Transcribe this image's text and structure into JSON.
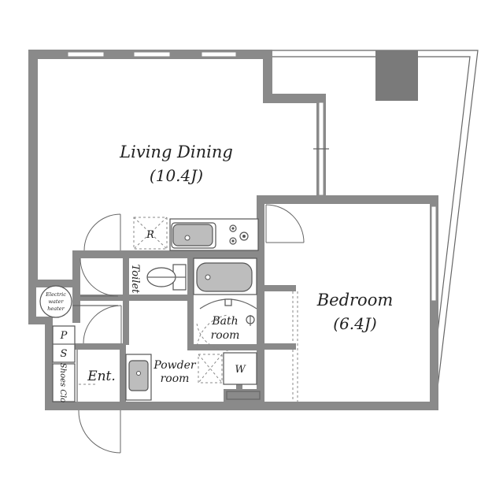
{
  "rooms": {
    "living_name": "Living Dining",
    "living_size": "(10.4J)",
    "bedroom_name": "Bedroom",
    "bedroom_size": "(6.4J)",
    "bath_line1": "Bath",
    "bath_line2": "room",
    "powder_line1": "Powder",
    "powder_line2": "room",
    "toilet": "Toilet",
    "entrance": "Ent.",
    "shoes": "Shoes Clo"
  },
  "fixtures": {
    "refrigerator": "R",
    "washer": "W",
    "ps_p": "P",
    "ps_s": "S",
    "heater_line1": "Electric",
    "heater_line2": "water",
    "heater_line3": "heater"
  }
}
